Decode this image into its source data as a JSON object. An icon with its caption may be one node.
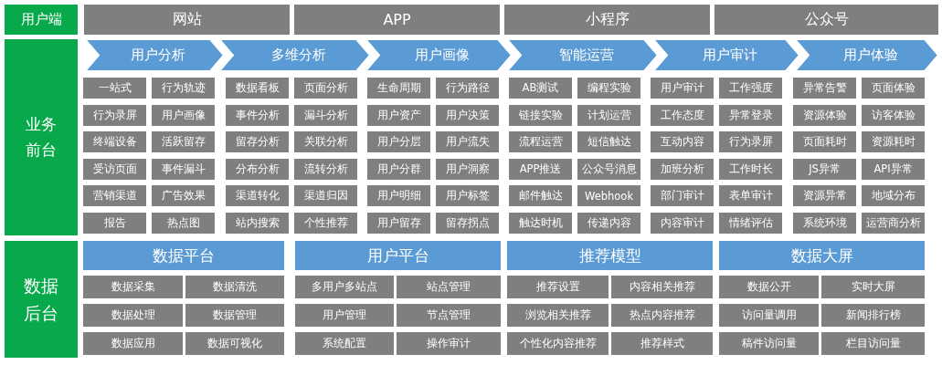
{
  "diagram": {
    "nodes": [
      {
        "text": [
          "用户端"
        ]
      },
      {
        "text": [
          "网站"
        ]
      },
      {
        "text": [
          "APP"
        ]
      },
      {
        "text": [
          "小程序"
        ]
      },
      {
        "text": [
          "公众号"
        ]
      },
      {
        "text": [
          "业务前台"
        ]
      },
      {
        "text": [
          "用户分析"
        ]
      },
      {
        "text": [
          "多维分析"
        ]
      },
      {
        "text": [
          "用户画像"
        ]
      },
      {
        "text": [
          "智能运营"
        ]
      },
      {
        "text": [
          "用户审计"
        ]
      },
      {
        "text": [
          "用户体验"
        ]
      },
      {
        "text": [
          "一站式"
        ]
      },
      {
        "text": [
          "行为轨迹"
        ]
      },
      {
        "text": [
          "数据看板"
        ]
      },
      {
        "text": [
          "页面分析"
        ]
      },
      {
        "text": [
          "生命周期"
        ]
      },
      {
        "text": [
          "行为路径"
        ]
      },
      {
        "text": [
          "AB测试"
        ]
      },
      {
        "text": [
          "编程实验"
        ]
      },
      {
        "text": [
          "用户审计"
        ]
      },
      {
        "text": [
          "工作强度"
        ]
      },
      {
        "text": [
          "异常告警"
        ]
      },
      {
        "text": [
          "页面体验"
        ]
      },
      {
        "text": [
          "行为录屏"
        ]
      },
      {
        "text": [
          "用户画像"
        ]
      },
      {
        "text": [
          "事件分析"
        ]
      },
      {
        "text": [
          "漏斗分析"
        ]
      },
      {
        "text": [
          "用户资产"
        ]
      },
      {
        "text": [
          "用户决策"
        ]
      },
      {
        "text": [
          "链接实验"
        ]
      },
      {
        "text": [
          "计划运营"
        ]
      },
      {
        "text": [
          "工作态度"
        ]
      },
      {
        "text": [
          "异常登录"
        ]
      },
      {
        "text": [
          "资源体验"
        ]
      },
      {
        "text": [
          "访客体验"
        ]
      },
      {
        "text": [
          "终端设备"
        ]
      },
      {
        "text": [
          "活跃留存"
        ]
      },
      {
        "text": [
          "留存分析"
        ]
      },
      {
        "text": [
          "关联分析"
        ]
      },
      {
        "text": [
          "用户分层"
        ]
      },
      {
        "text": [
          "用户流失"
        ]
      },
      {
        "text": [
          "流程运营"
        ]
      },
      {
        "text": [
          "短信触达"
        ]
      },
      {
        "text": [
          "互动内容"
        ]
      },
      {
        "text": [
          "行为录屏"
        ]
      },
      {
        "text": [
          "页面耗时"
        ]
      },
      {
        "text": [
          "资源耗时"
        ]
      },
      {
        "text": [
          "受访页面"
        ]
      },
      {
        "text": [
          "事件漏斗"
        ]
      },
      {
        "text": [
          "分布分析"
        ]
      },
      {
        "text": [
          "流转分析"
        ]
      },
      {
        "text": [
          "用户分群"
        ]
      },
      {
        "text": [
          "用户洞察"
        ]
      },
      {
        "text": [
          "APP推送"
        ]
      },
      {
        "text": [
          "公众号消息"
        ]
      },
      {
        "text": [
          "加班分析"
        ]
      },
      {
        "text": [
          "工作时长"
        ]
      },
      {
        "text": [
          "JS异常"
        ]
      },
      {
        "text": [
          "API异常"
        ]
      },
      {
        "text": [
          "营销渠道"
        ]
      },
      {
        "text": [
          "广告效果"
        ]
      },
      {
        "text": [
          "渠道转化"
        ]
      },
      {
        "text": [
          "渠道归因"
        ]
      },
      {
        "text": [
          "用户明细"
        ]
      },
      {
        "text": [
          "用户标签"
        ]
      },
      {
        "text": [
          "邮件触达"
        ]
      },
      {
        "text": [
          "Webhook"
        ]
      },
      {
        "text": [
          "部门审计"
        ]
      },
      {
        "text": [
          "表单审计"
        ]
      },
      {
        "text": [
          "资源异常"
        ]
      },
      {
        "text": [
          "地域分布"
        ]
      },
      {
        "text": [
          "报告"
        ]
      },
      {
        "text": [
          "热点图"
        ]
      },
      {
        "text": [
          "站内搜索"
        ]
      },
      {
        "text": [
          "个性推荐"
        ]
      },
      {
        "text": [
          "用户留存"
        ]
      },
      {
        "text": [
          "留存拐点"
        ]
      },
      {
        "text": [
          "触达时机"
        ]
      },
      {
        "text": [
          "传递内容"
        ]
      },
      {
        "text": [
          "内容审计"
        ]
      },
      {
        "text": [
          "情绪评估"
        ]
      },
      {
        "text": [
          "系统环境"
        ]
      },
      {
        "text": [
          "运营商分析"
        ]
      },
      {
        "text": [
          "数据后台"
        ]
      },
      {
        "text": [
          "数据平台"
        ]
      },
      {
        "text": [
          "用户平台"
        ]
      },
      {
        "text": [
          "推荐模型"
        ]
      },
      {
        "text": [
          "数据大屏"
        ]
      },
      {
        "text": [
          "数据采集"
        ]
      },
      {
        "text": [
          "数据清洗"
        ]
      },
      {
        "text": [
          "多用户多站点"
        ]
      },
      {
        "text": [
          "站点管理"
        ]
      },
      {
        "text": [
          "推荐设置"
        ]
      },
      {
        "text": [
          "内容相关推荐"
        ]
      },
      {
        "text": [
          "数据公开"
        ]
      },
      {
        "text": [
          "实时大屏"
        ]
      },
      {
        "text": [
          "数据处理"
        ]
      },
      {
        "text": [
          "数据管理"
        ]
      },
      {
        "text": [
          "用户管理"
        ]
      },
      {
        "text": [
          "节点管理"
        ]
      },
      {
        "text": [
          "浏览相关推荐"
        ]
      },
      {
        "text": [
          "热点内容推荐"
        ]
      },
      {
        "text": [
          "访问量调用"
        ]
      },
      {
        "text": [
          "新闻排行榜"
        ]
      },
      {
        "text": [
          "数据应用"
        ]
      },
      {
        "text": [
          "数据可视化"
        ]
      },
      {
        "text": [
          "系统配置"
        ]
      },
      {
        "text": [
          "操作审计"
        ]
      },
      {
        "text": [
          "个性化内容推荐"
        ]
      },
      {
        "text": [
          "推荐样式"
        ]
      },
      {
        "text": [
          "稿件访问量"
        ]
      },
      {
        "text": [
          "栏目访问量"
        ]
      }
    ]
  }
}
